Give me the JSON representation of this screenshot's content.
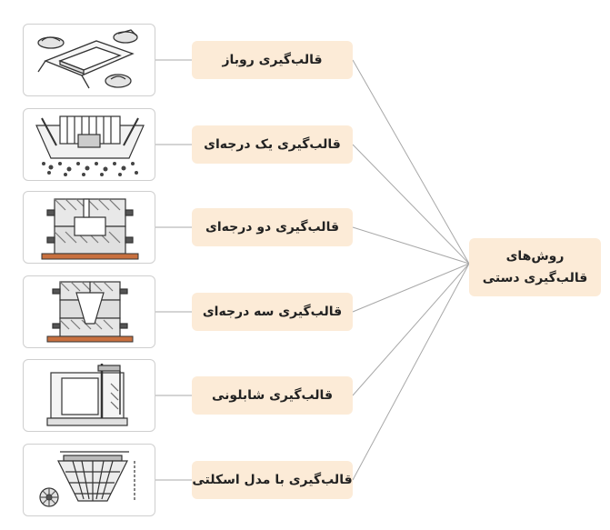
{
  "main": {
    "line1": "روش‌های",
    "line2": "قالب‌گیری دستی"
  },
  "methods": [
    {
      "label": "قالب‌گیری روباز",
      "icon": "open-mold-illustration"
    },
    {
      "label": "قالب‌گیری یک درجه‌ای",
      "icon": "single-flask-mold-illustration"
    },
    {
      "label": "قالب‌گیری دو درجه‌ای",
      "icon": "two-flask-mold-illustration"
    },
    {
      "label": "قالب‌گیری سه درجه‌ای",
      "icon": "three-flask-mold-illustration"
    },
    {
      "label": "قالب‌گیری شابلونی",
      "icon": "template-mold-illustration"
    },
    {
      "label": "قالب‌گیری با مدل اسکلتی",
      "icon": "skeleton-pattern-illustration"
    }
  ],
  "colors": {
    "pill": "#fcebd7",
    "line": "#a8a8a8",
    "border": "#cfcfcf",
    "ink": "#333333",
    "wood": "#c8703f"
  }
}
